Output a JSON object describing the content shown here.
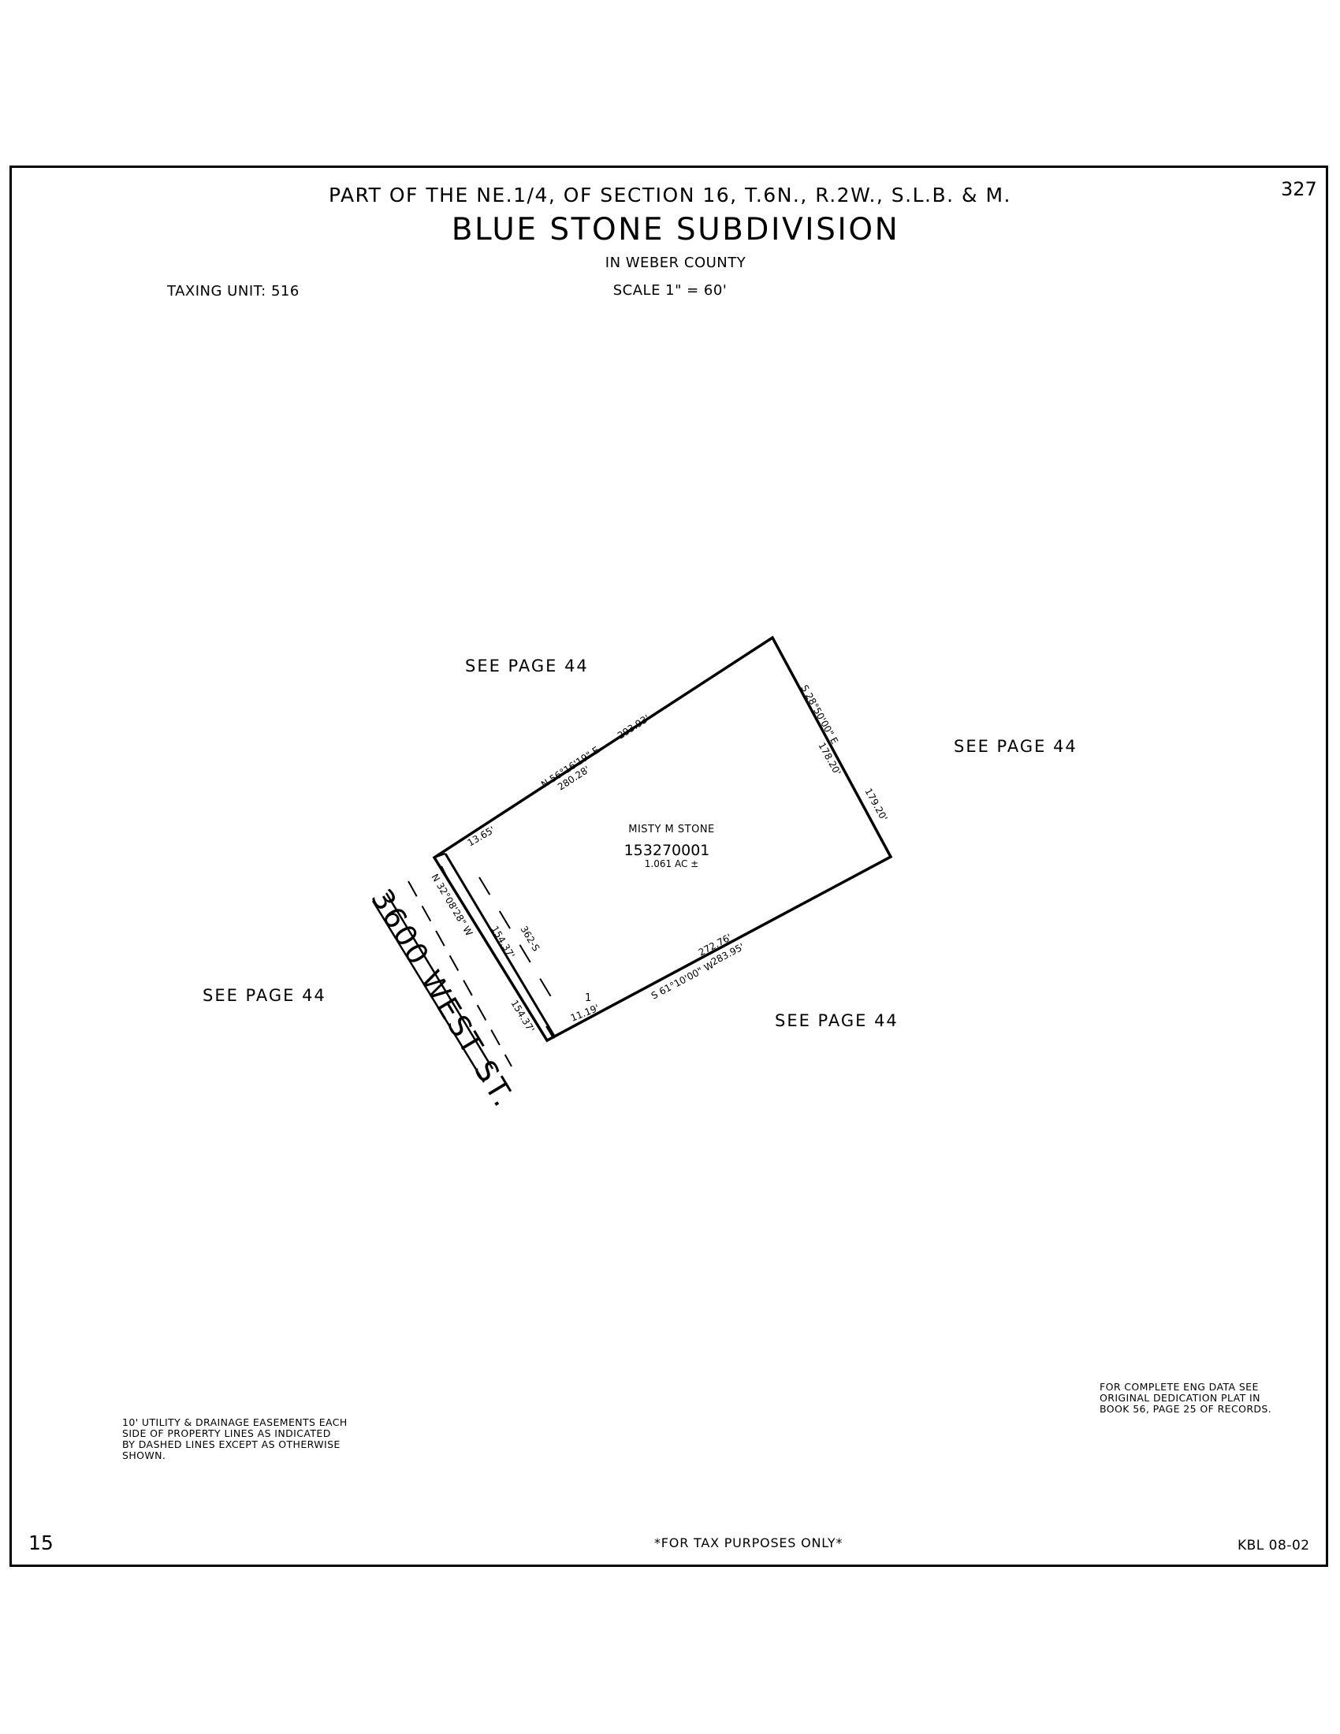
{
  "header": {
    "subtitle": "PART OF THE NE.1/4, OF SECTION 16, T.6N., R.2W., S.L.B. & M.",
    "title": "BLUE STONE SUBDIVISION",
    "county": "IN WEBER COUNTY",
    "scale": "SCALE 1\" = 60'",
    "taxing_unit": "TAXING UNIT: 516",
    "page_number": "327"
  },
  "plat": {
    "owner": "MISTY M STONE",
    "parcel_id": "153270001",
    "acreage": "1.061 AC ±",
    "lot_number": "1",
    "street": "3600 WEST ST.",
    "see_page": "SEE PAGE 44",
    "north_bearing": "N 56°16'19\" E",
    "north_outer": "293.93'",
    "north_inner": "280.28'",
    "east_bearing": "S 28°50'00\" E",
    "east_inner": "178.20'",
    "east_outer": "179.20'",
    "south_bearing": "S 61°10'00\" W",
    "south_inner": "272.76'",
    "south_outer": "283.95'",
    "west_bearing": "N 32°08'28\" W",
    "west_inner": "154.37'",
    "west_outer": "154.37'",
    "tie_north": "13.65'",
    "tie_south": "11.19'",
    "easement_label": "362-S"
  },
  "notes": {
    "easement": [
      "10' UTILITY & DRAINAGE EASEMENTS EACH",
      "SIDE OF PROPERTY LINES AS INDICATED",
      "BY DASHED LINES EXCEPT AS OTHERWISE",
      "SHOWN."
    ],
    "eng_data": [
      "FOR COMPLETE ENG DATA SEE",
      "ORIGINAL DEDICATION PLAT IN",
      "BOOK 56, PAGE 25 OF RECORDS."
    ]
  },
  "footer": {
    "sheet_number": "15",
    "tax_purposes": "*FOR TAX PURPOSES ONLY*",
    "revision": "KBL 08-02"
  }
}
